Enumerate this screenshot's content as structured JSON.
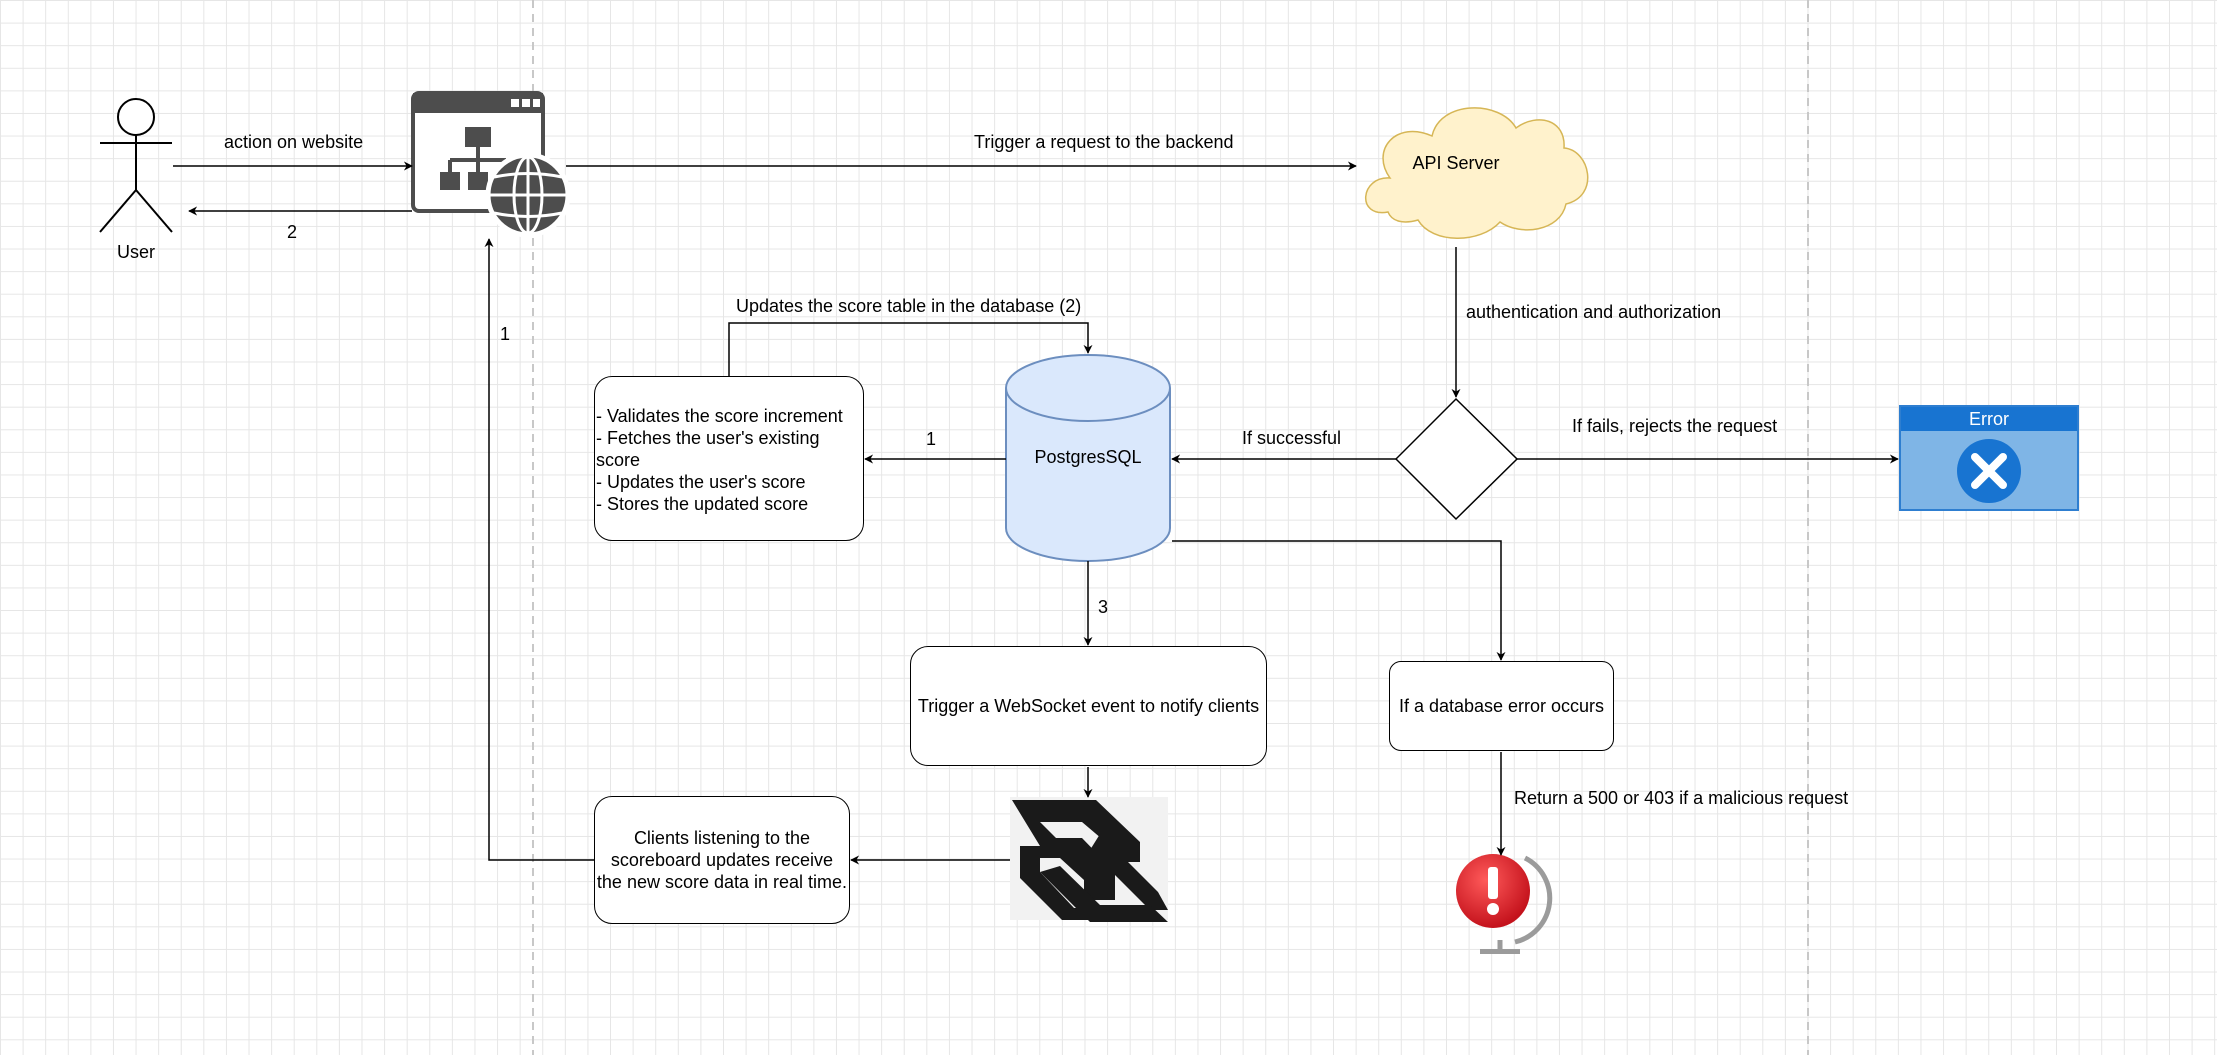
{
  "actors": {
    "user_label": "User"
  },
  "edges": {
    "action_label": "action on website",
    "return_2_label": "2",
    "trigger_request_label": "Trigger a request to the backend",
    "auth_label": "authentication and authorization",
    "if_successful_label": "If successful",
    "if_fails_label": "If fails, rejects the request",
    "updates_score_label": "Updates the score table in the database (2)",
    "to_validate_1_label": "1",
    "to_browser_1_label": "1",
    "to_websocket_3_label": "3",
    "return_500_label": "Return a 500 or 403 if a malicious request"
  },
  "nodes": {
    "api_server": "API Server",
    "database": "PostgresSQL",
    "validate_lines": [
      "- Validates the score increment",
      "- Fetches the user's existing",
      "score",
      "- Updates the user's score",
      "- Stores the updated score"
    ],
    "websocket_event": "Trigger a WebSocket event to notify clients",
    "clients_listening_lines": [
      "Clients listening to the",
      "scoreboard updates receive",
      "the new score data in real time."
    ],
    "db_error": "If a database error occurs",
    "error_card_title": "Error"
  },
  "icons": {
    "user": "stick-figure-icon",
    "website": "website-sitemap-globe-icon",
    "api": "cloud-icon",
    "decision": "diamond-icon",
    "error": "close-circle-icon",
    "websocket": "websocket-logo-icon",
    "alert": "alert-globe-icon"
  },
  "colors": {
    "cloud_fill": "#fff2cc",
    "cloud_stroke": "#d6b656",
    "db_fill": "#dae8fc",
    "db_stroke": "#6c8ebf",
    "error_header": "#1874d1",
    "error_body": "#7fb5e6",
    "alert_red": "#e0202a"
  }
}
